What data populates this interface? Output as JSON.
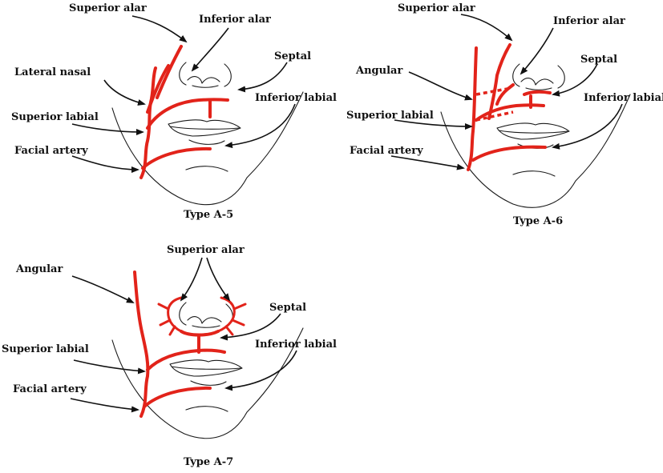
{
  "colors": {
    "artery": "#e2231a",
    "outline": "#1a1a1a",
    "label": "#111111"
  },
  "panels": [
    {
      "caption": "Type A-5",
      "labels": {
        "superior_alar": "Superior alar",
        "inferior_alar": "Inferior alar",
        "lateral_nasal": "Lateral nasal",
        "septal": "Septal",
        "inferior_labial": "Inferior labial",
        "superior_labial": "Superior labial",
        "facial_artery": "Facial artery"
      }
    },
    {
      "caption": "Type A-6",
      "labels": {
        "superior_alar": "Superior alar",
        "inferior_alar": "Inferior alar",
        "angular": "Angular",
        "septal": "Septal",
        "inferior_labial": "Inferior labial",
        "superior_labial": "Superior labial",
        "facial_artery": "Facial artery"
      }
    },
    {
      "caption": "Type A-7",
      "labels": {
        "superior_alar": "Superior alar",
        "angular": "Angular",
        "septal": "Septal",
        "superior_labial": "Superior labial",
        "inferior_labial": "Inferior labial",
        "facial_artery": "Facial artery"
      }
    }
  ]
}
